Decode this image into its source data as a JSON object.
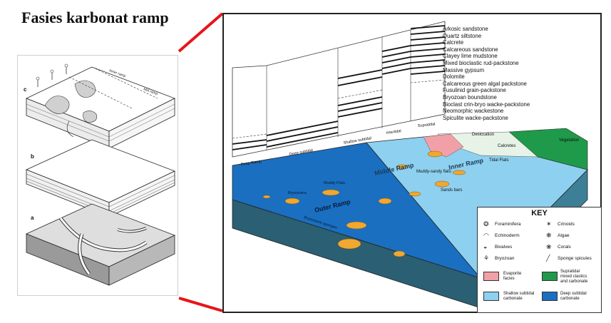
{
  "page": {
    "title": "Fasies karbonat ramp"
  },
  "left_block": {
    "labels": [
      "c",
      "b",
      "a"
    ],
    "inner_ramp": "Inner ramp",
    "mid_ramp": "Mid ramp"
  },
  "main_diagram": {
    "lithologies": [
      "Arkosic sandstone",
      "Quartz siltstone",
      "Calcrete",
      "Calcareous sandstone",
      "Clayey lime mudstone",
      "Mixed bioclastic rud-packstone",
      "Massive gypsum",
      "Dolomite",
      "Calcareous green algal packstone",
      "Fusulinid grain-packstone",
      "Bryozoan boundstone",
      "Bioclast crin-bryo wacke-packstone",
      "Neomorphic wackestone",
      "Spiculite wacke-packstone"
    ],
    "zones": [
      "Deep Ramp",
      "Deep subtidal",
      "Shallow subtidal",
      "Intertidal",
      "Supratidal"
    ],
    "labels": {
      "dessication": "Desiccation",
      "calcretes": "Calcretes",
      "vegetation": "Vegetation",
      "inner_ramp": "Inner Ramp",
      "tidal_flats": "Tidal Flats",
      "sands_bars": "Sands bars",
      "middle_ramp": "Middle Ramp",
      "muddy_sandy_flats": "Muddy-sandy flats",
      "muddy_flats": "Muddy Flats",
      "bryozoans": "Bryozoans",
      "outer_ramp": "Outer Ramp",
      "bryozoans_sponges": "Bryozoans-sponges"
    }
  },
  "key": {
    "title": "KEY",
    "fossils": [
      {
        "label": "Foraminifera",
        "icon": "foraminifera-icon"
      },
      {
        "label": "Crinoids",
        "icon": "crinoid-icon"
      },
      {
        "label": "Echinoderm",
        "icon": "echinoderm-icon"
      },
      {
        "label": "Algae",
        "icon": "algae-icon"
      },
      {
        "label": "Bivalves",
        "icon": "bivalve-icon"
      },
      {
        "label": "Corals",
        "icon": "coral-icon"
      },
      {
        "label": "Bryozoan",
        "icon": "bryozoan-icon"
      },
      {
        "label": "Sponge spicules",
        "icon": "sponge-spicule-icon"
      }
    ],
    "facies": [
      {
        "label_lines": [
          "Evaporite",
          "facies"
        ],
        "color": "#f2a0a8"
      },
      {
        "label_lines": [
          "Supratidal",
          "mixed clastics",
          "and carbonate"
        ],
        "color": "#1f9a4a"
      },
      {
        "label_lines": [
          "Shallow subtidal",
          "carbonate"
        ],
        "color": "#8ed0ef"
      },
      {
        "label_lines": [
          "Deep subtidal",
          "carbonate"
        ],
        "color": "#1a6fc0"
      }
    ]
  },
  "colors": {
    "connector": "#e8141a",
    "deep_water": "#1a6fc0",
    "shallow_water": "#8ed0ef",
    "supratidal": "#1f9a4a",
    "evaporite": "#f2a0a8",
    "bioherm": "#f0a830"
  }
}
